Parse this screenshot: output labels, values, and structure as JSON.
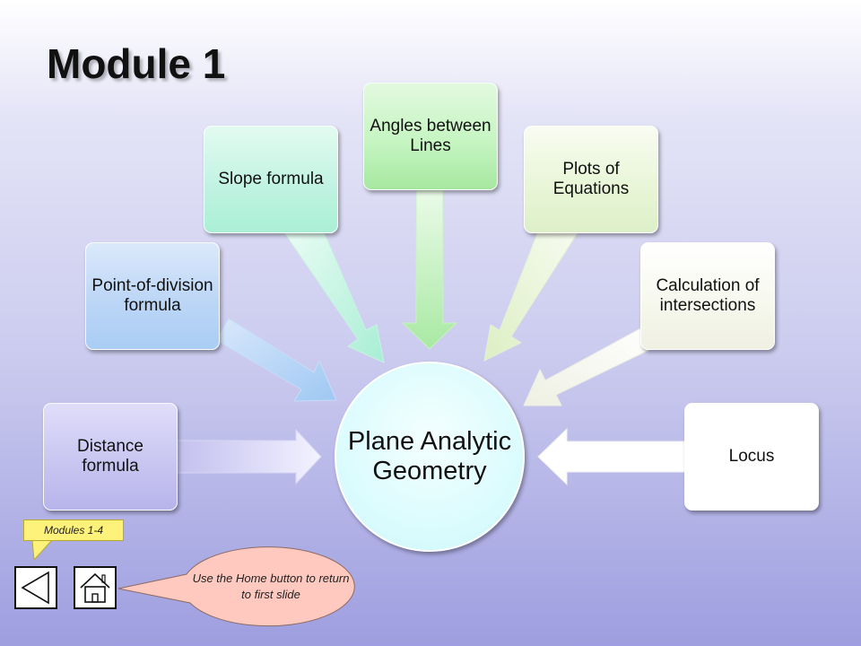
{
  "title": "Module 1",
  "center": {
    "label": "Plane Analytic Geometry",
    "fill": "#d8fbfd"
  },
  "nodes": [
    {
      "id": "distance",
      "label": "Distance formula",
      "color": "#c9c6f1"
    },
    {
      "id": "point-of-division",
      "label": "Point-of-division formula",
      "color": "#bcd6f6"
    },
    {
      "id": "slope",
      "label": "Slope formula",
      "color": "#c2f3e2"
    },
    {
      "id": "angles",
      "label": "Angles between Lines",
      "color": "#c6f5c2"
    },
    {
      "id": "plots",
      "label": "Plots of Equations",
      "color": "#e9f6d8"
    },
    {
      "id": "intersections",
      "label": "Calculation of intersections",
      "color": "#f7f8ee"
    },
    {
      "id": "locus",
      "label": "Locus",
      "color": "#ffffff"
    }
  ],
  "nav": {
    "modules_label": "Modules 1-4",
    "back_icon": "back-triangle-icon",
    "home_icon": "home-icon",
    "tooltip": "Use the Home button to return to first slide",
    "callout_color": "#fff27a",
    "tooltip_color": "#ffc9bf"
  }
}
